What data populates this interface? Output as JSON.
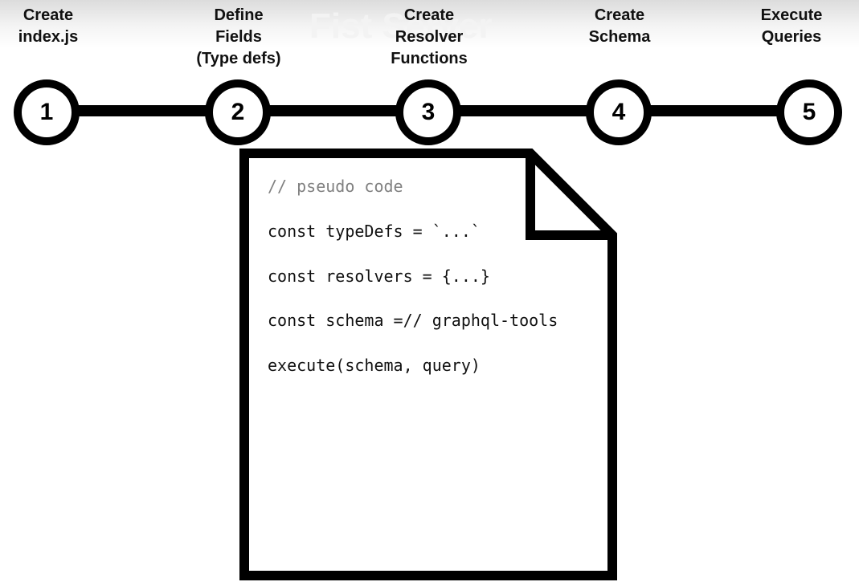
{
  "watermark": "Fist Server",
  "steps": [
    {
      "number": "1",
      "label_lines": [
        "Create",
        "index.js"
      ]
    },
    {
      "number": "2",
      "label_lines": [
        "Define",
        "Fields",
        "(Type defs)"
      ]
    },
    {
      "number": "3",
      "label_lines": [
        "Create",
        "Resolver",
        "Functions"
      ]
    },
    {
      "number": "4",
      "label_lines": [
        "Create",
        "Schema"
      ]
    },
    {
      "number": "5",
      "label_lines": [
        "Execute",
        "Queries"
      ]
    }
  ],
  "document": {
    "code_lines": [
      "// pseudo code",
      "const typeDefs = `...`",
      "const resolvers = {...}",
      "const schema =// graphql-tools",
      "execute(schema, query)"
    ]
  }
}
